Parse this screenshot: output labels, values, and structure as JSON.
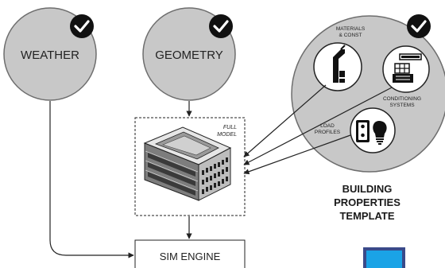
{
  "nodes": {
    "weather": {
      "label": "WEATHER",
      "checked": true
    },
    "geometry": {
      "label": "GEOMETRY",
      "checked": true
    },
    "building_properties": {
      "checked": true
    },
    "full_model": {
      "label_line1": "FULL",
      "label_line2": "MODEL"
    },
    "sim_engine": {
      "label": "SIM ENGINE"
    }
  },
  "sub_items": {
    "materials": {
      "line1": "MATERIALS",
      "line2": "& CONST"
    },
    "conditioning": {
      "line1": "CONDITIONING",
      "line2": "SYSTEMS"
    },
    "load": {
      "line1": "LOAD",
      "line2": "PROFILES"
    }
  },
  "template_title": {
    "line1": "BUILDING",
    "line2": "PROPERTIES",
    "line3": "TEMPLATE"
  },
  "colors": {
    "circle_fill": "#c8c8c8",
    "circle_stroke": "#6e6e6e",
    "check_badge": "#111111",
    "accent_blue": "#1aa3e6",
    "accent_blue_border": "#3a4a8a"
  },
  "icons": [
    "check-icon",
    "duct-icon",
    "hvac-unit-icon",
    "outlet-icon",
    "lightbulb-icon",
    "building-icon"
  ]
}
